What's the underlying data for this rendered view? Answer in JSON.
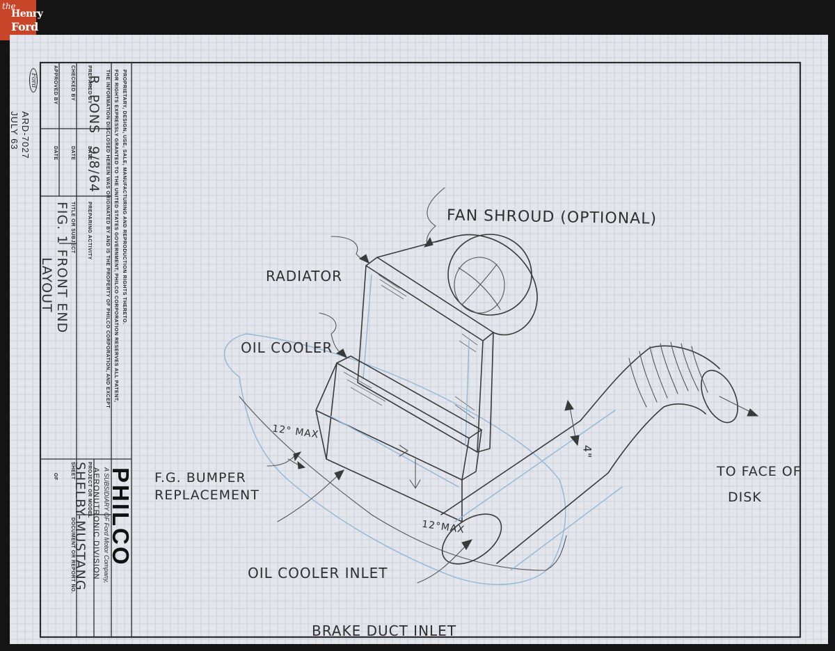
{
  "logo": {
    "line1": "the",
    "line2": "Henry",
    "line3": "Ford"
  },
  "labels": {
    "fan_shroud": "FAN SHROUD (OPTIONAL)",
    "radiator": "RADIATOR",
    "oil_cooler": "OIL COOLER",
    "max_12_a": "12° MAX",
    "four_in": "4\"",
    "max_12_b": "12°MAX",
    "fg_line1": "F.G. BUMPER",
    "fg_line2": "REPLACEMENT",
    "to_face_line1": "TO FACE OF",
    "to_face_line2": "DISK",
    "oil_cooler_inlet": "OIL COOLER INLET",
    "brake_duct_inlet": "BRAKE DUCT INLET"
  },
  "title_block": {
    "ford_mark": "Ford",
    "drawing_number": "ARD-7027",
    "drawing_date": "JULY 63",
    "approved_by": "APPROVED BY",
    "approved_date": "DATE",
    "checked_by": "CHECKED BY",
    "checked_date": "DATE",
    "prepared_by": "PREPARED BY",
    "prepared_date": "DATE",
    "preparer_name": "R. PONS",
    "prepared_on": "9/8/64",
    "preparing_activity": "PREPARING ACTIVITY",
    "title_label": "TITLE OR SUBJECT",
    "title_line1": "FIG. 1   FRONT END",
    "title_line2": "LAYOUT",
    "project_label": "PROJECT OR MODEL",
    "project_value": "SHELBY-MUSTANG",
    "document_label": "DOCUMENT OR REPORT NO.",
    "sheet_label": "SHEET",
    "of_label": "OF",
    "notice_line1": "THE INFORMATION DISCLOSED HEREIN WAS ORIGINATED BY AND IS THE PROPERTY OF PHILCO CORPORATION, AND EXCEPT",
    "notice_line2": "FOR RIGHTS EXPRESSLY GRANTED TO THE UNITED STATES GOVERNMENT, PHILCO CORPORATION RESERVES ALL PATENT,",
    "notice_line3": "PROPRIETARY, DESIGN, USE, SALE, MANUFACTURING AND REPRODUCTION RIGHTS THERETO.",
    "company": "PHILCO",
    "subsidiary": "A SUBSIDIARY OF Ford Motor Company,",
    "division": "AERONUTRONIC DIVISION"
  },
  "colors": {
    "paper": "#e4e6ec",
    "grid": "#c4cbd8",
    "pencil": "#3a3a3a",
    "blue_pencil": "#8fb8d8",
    "logo": "#c8452a",
    "background": "#141414"
  }
}
